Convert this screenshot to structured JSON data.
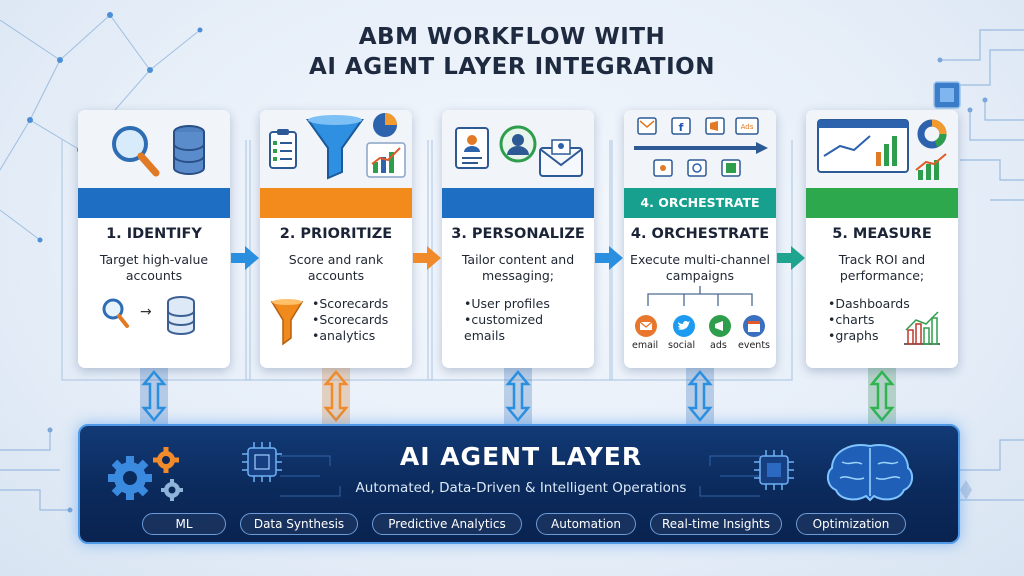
{
  "title": {
    "line1": "ABM WORKFLOW WITH",
    "line2": "AI AGENT LAYER INTEGRATION"
  },
  "steps": [
    {
      "title": "1. IDENTIFY",
      "description": "Target high-value accounts",
      "color": "#1e6fc4",
      "icons": [
        "magnifier-icon",
        "database-icon"
      ]
    },
    {
      "title": "2. PRIORITIZE",
      "description": "Score and rank accounts",
      "bullets": [
        "Scorecards",
        "Scorecards",
        "analytics"
      ],
      "color": "#f28a1c",
      "icons": [
        "clipboard-icon",
        "funnel-icon",
        "pie-chart-icon",
        "bar-chart-icon"
      ]
    },
    {
      "title": "3. PERSONALIZE",
      "description": "Tailor content and messaging;",
      "bullets": [
        "User profiles",
        "customized emails"
      ],
      "color": "#1e6fc4",
      "icons": [
        "profile-card-icon",
        "user-icon",
        "envelope-icon"
      ]
    },
    {
      "title": "4. ORCHESTRATE",
      "bar_label": "4. ORCHESTRATE",
      "description": "Execute multi-channel campaigns",
      "color": "#17a08d",
      "icons": [
        "email-icon",
        "facebook-icon",
        "megaphone-icon",
        "ads-icon",
        "timeline-icon"
      ],
      "top_labels": {
        "ads": "Ads"
      },
      "channels": [
        {
          "label": "email",
          "icon": "email-icon",
          "color": "#e8762d"
        },
        {
          "label": "social",
          "icon": "twitter-icon",
          "color": "#1d9bf0"
        },
        {
          "label": "ads",
          "icon": "megaphone-icon",
          "color": "#2e9e4c"
        },
        {
          "label": "events",
          "icon": "calendar-icon",
          "color": "#3b6fc0"
        }
      ]
    },
    {
      "title": "5. MEASURE",
      "description": "Track ROI and performance;",
      "bullets": [
        "Dashboards",
        "charts",
        "graphs"
      ],
      "color": "#2ea84c",
      "icons": [
        "dashboard-icon",
        "donut-chart-icon",
        "bar-chart-icon"
      ]
    }
  ],
  "connectors": [
    "#2b8fe0",
    "#f08a2a",
    "#2b8fe0",
    "#2b8fe0",
    "#2fb550"
  ],
  "ai_layer": {
    "title": "AI AGENT LAYER",
    "subtitle": "Automated, Data-Driven & Intelligent Operations",
    "pills": [
      "ML",
      "Data Synthesis",
      "Predictive Analytics",
      "Automation",
      "Real-time Insights",
      "Optimization"
    ],
    "icons": [
      "gears-icon",
      "chip-icon",
      "processor-icon",
      "brain-icon"
    ]
  }
}
